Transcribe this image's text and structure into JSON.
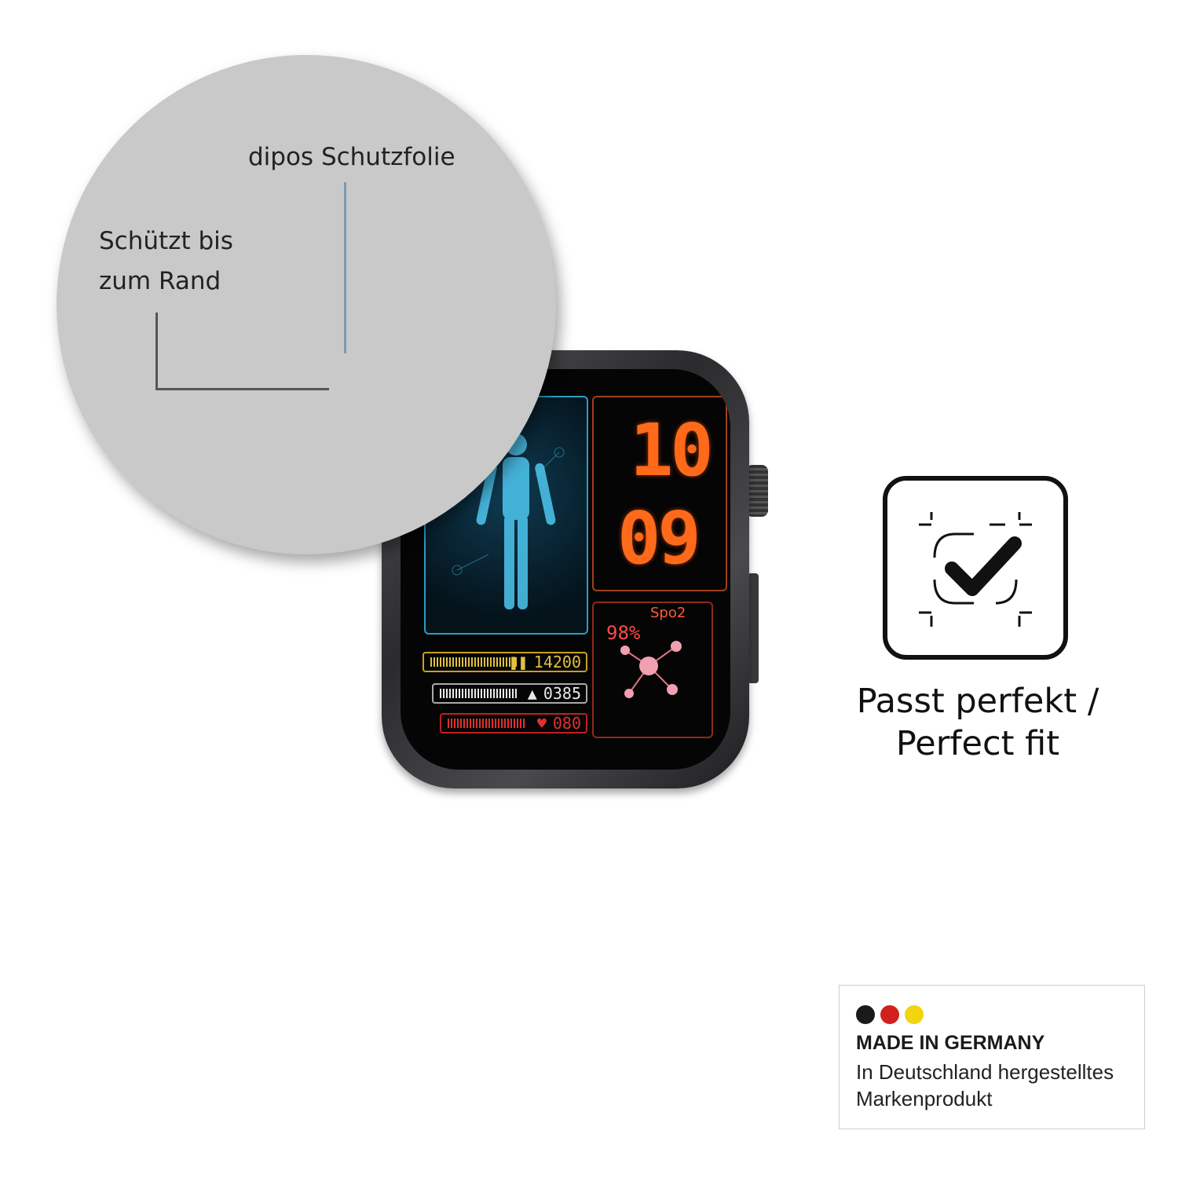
{
  "zoom": {
    "product_label": "dipos Schutzfolie",
    "edge_label_line1": "Schützt bis",
    "edge_label_line2": "zum Rand"
  },
  "watch": {
    "hour": "10",
    "minute": "09",
    "spo2_label": "Spo2",
    "spo2_value": "98%",
    "steps": "14200",
    "calories": "0385",
    "heart_rate": "080",
    "steps_icon": "footsteps-icon",
    "calories_icon": "flame-icon",
    "heart_icon": "heart-icon",
    "colors": {
      "accent_orange": "#ff6a1a",
      "accent_blue": "#2a9ec4",
      "accent_yellow": "#e0c040",
      "accent_red": "#e03030"
    }
  },
  "fit_badge": {
    "icon": "checkmark-frame-icon",
    "line1": "Passt perfekt /",
    "line2": "Perfect fit"
  },
  "made_in_germany": {
    "title": "MADE IN GERMANY",
    "line1": "In Deutschland hergestelltes",
    "line2": "Markenprodukt",
    "flag_colors": [
      "#1a1a1a",
      "#d41f1f",
      "#f2d40f"
    ]
  }
}
